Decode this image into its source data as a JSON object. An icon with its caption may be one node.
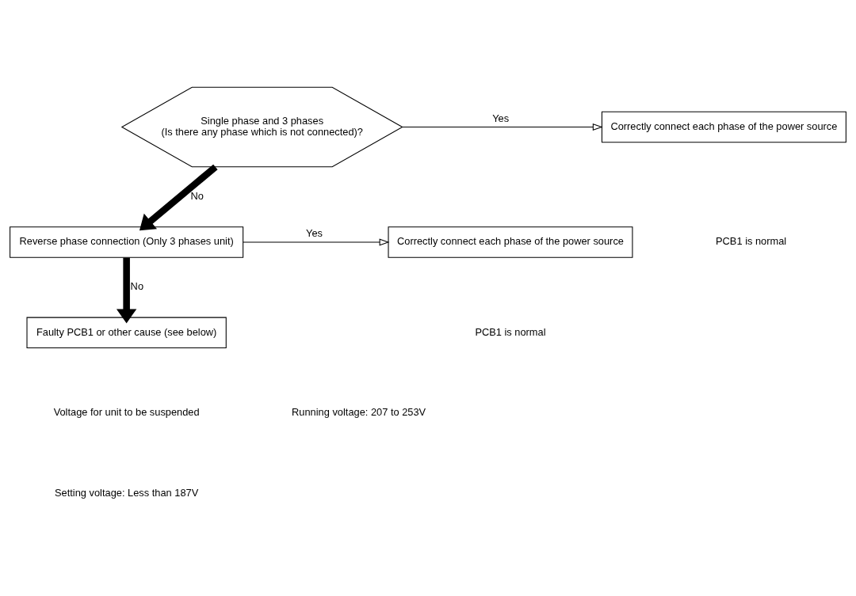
{
  "diagram": {
    "nodes": [
      {
        "text": [
          "Single phase and 3 phases",
          "(Is there any phase which is not connected)?"
        ]
      },
      {
        "text": [
          "Correctly connect each phase of the power source"
        ]
      },
      {
        "text": [
          "Reverse phase connection (Only 3 phases unit)"
        ]
      },
      {
        "text": [
          "Correctly connect each phase of the power source"
        ]
      },
      {
        "text": [
          "Faulty PCB1 or other cause (see below)"
        ]
      }
    ],
    "edges": [
      {
        "from": 0,
        "to": 1,
        "arrow": "to",
        "label": "Yes"
      },
      {
        "from": 0,
        "to": 2,
        "arrow": "to",
        "label": "No",
        "style": "thick"
      },
      {
        "from": 2,
        "to": 3,
        "arrow": "to",
        "label": "Yes"
      },
      {
        "from": 2,
        "to": 4,
        "arrow": "to",
        "label": "No",
        "style": "thick"
      }
    ],
    "labels": [
      "PCB1 is normal",
      "PCB1 is normal",
      "Voltage for unit to be suspended",
      "Running voltage: 207 to 253V",
      "Setting voltage: Less than 187V"
    ]
  }
}
